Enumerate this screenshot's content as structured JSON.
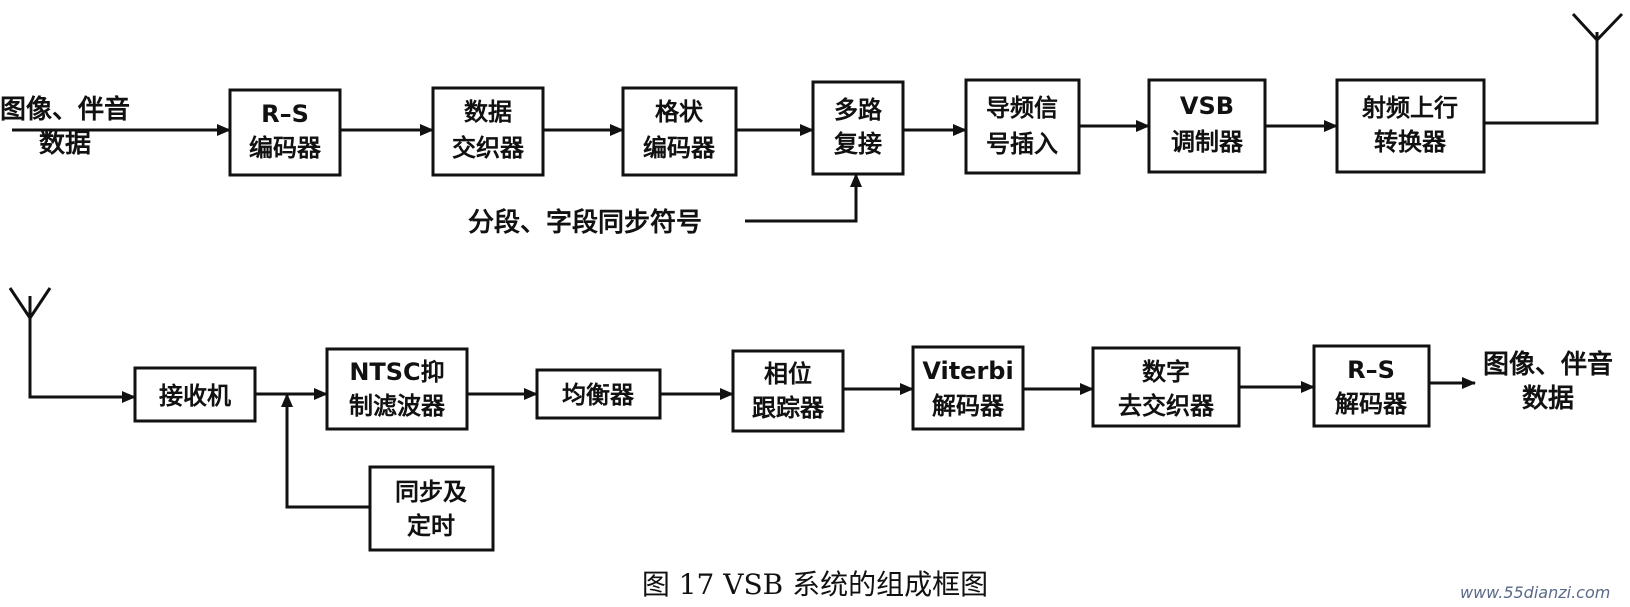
{
  "top_row": {
    "input_label": [
      "图像、伴音",
      "数据"
    ],
    "blocks": [
      {
        "lines": [
          "R–S",
          "编码器"
        ]
      },
      {
        "lines": [
          "数据",
          "交织器"
        ]
      },
      {
        "lines": [
          "格状",
          "编码器"
        ]
      },
      {
        "lines": [
          "多路",
          "复接"
        ]
      },
      {
        "lines": [
          "导频信",
          "号插入"
        ]
      },
      {
        "lines": [
          "VSB",
          "调制器"
        ]
      },
      {
        "lines": [
          "射频上行",
          "转换器"
        ]
      }
    ],
    "sync_label": "分段、字段同步符号"
  },
  "bottom_row": {
    "blocks": [
      {
        "lines": [
          "接收机"
        ]
      },
      {
        "lines": [
          "NTSC抑",
          "制滤波器"
        ]
      },
      {
        "lines": [
          "均衡器"
        ]
      },
      {
        "lines": [
          "相位",
          "跟踪器"
        ]
      },
      {
        "lines": [
          "Viterbi",
          "解码器"
        ]
      },
      {
        "lines": [
          "数字",
          "去交织器"
        ]
      },
      {
        "lines": [
          "R–S",
          "解码器"
        ]
      }
    ],
    "sync_block": {
      "lines": [
        "同步及",
        "定时"
      ]
    },
    "output_label": [
      "图像、伴音",
      "数据"
    ]
  },
  "caption": "图 17   VSB 系统的组成框图",
  "watermark": "www.55dianzi.com"
}
